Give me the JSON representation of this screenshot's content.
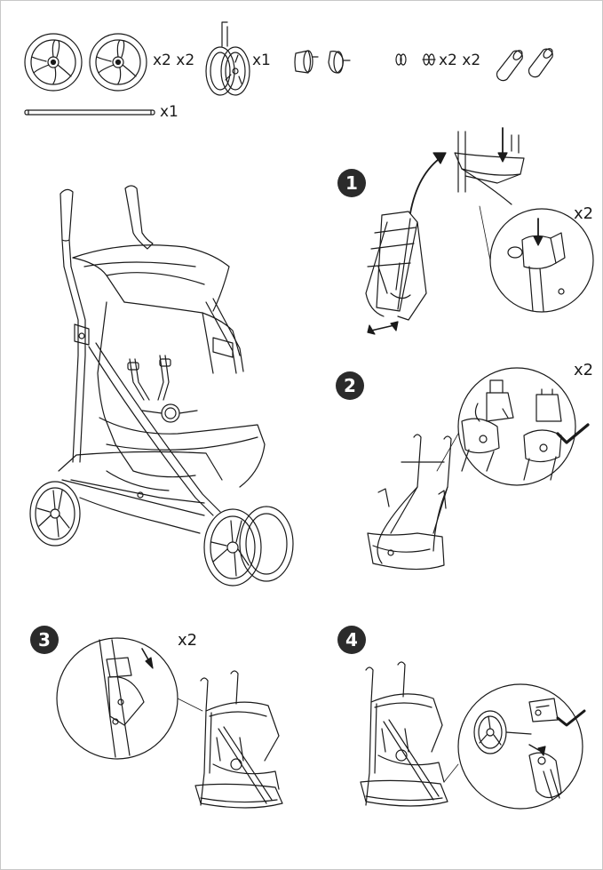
{
  "parts": {
    "big_wheels_qty": "x2 x2",
    "front_wheel_qty": "x1",
    "small_parts_qty": "x2 x2",
    "axle_qty": "x1"
  },
  "steps": [
    {
      "number": "1",
      "qty": "x2"
    },
    {
      "number": "2",
      "qty": "x2"
    },
    {
      "number": "3",
      "qty": "x2"
    },
    {
      "number": "4",
      "qty": ""
    }
  ],
  "colors": {
    "ink": "#1a1a1a",
    "badge": "#2b2b2b",
    "background": "#ffffff"
  },
  "icons": [
    "checkmark-icon",
    "arrow-icon"
  ]
}
